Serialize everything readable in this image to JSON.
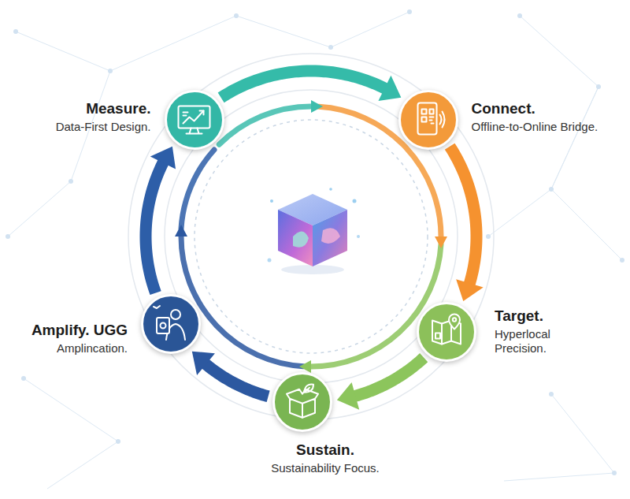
{
  "diagram": {
    "nodes": [
      {
        "text": [
          "Measure.",
          "Data-First Design."
        ]
      },
      {
        "text": [
          "Connect.",
          "Offline-to-Online Bridge."
        ]
      },
      {
        "text": [
          "Target.",
          "Hyperlocal Precision."
        ]
      },
      {
        "text": [
          "Sustain.",
          "Sustainability Focus."
        ]
      },
      {
        "text": [
          "Amplify. UGG",
          "Amplincation."
        ]
      }
    ],
    "edges": [
      {
        "from": 0,
        "to": 1,
        "arrow": "to"
      },
      {
        "from": 1,
        "to": 2,
        "arrow": "to"
      },
      {
        "from": 2,
        "to": 3,
        "arrow": "to"
      },
      {
        "from": 3,
        "to": 4,
        "arrow": "to"
      },
      {
        "from": 4,
        "to": 0,
        "arrow": "to"
      }
    ]
  }
}
